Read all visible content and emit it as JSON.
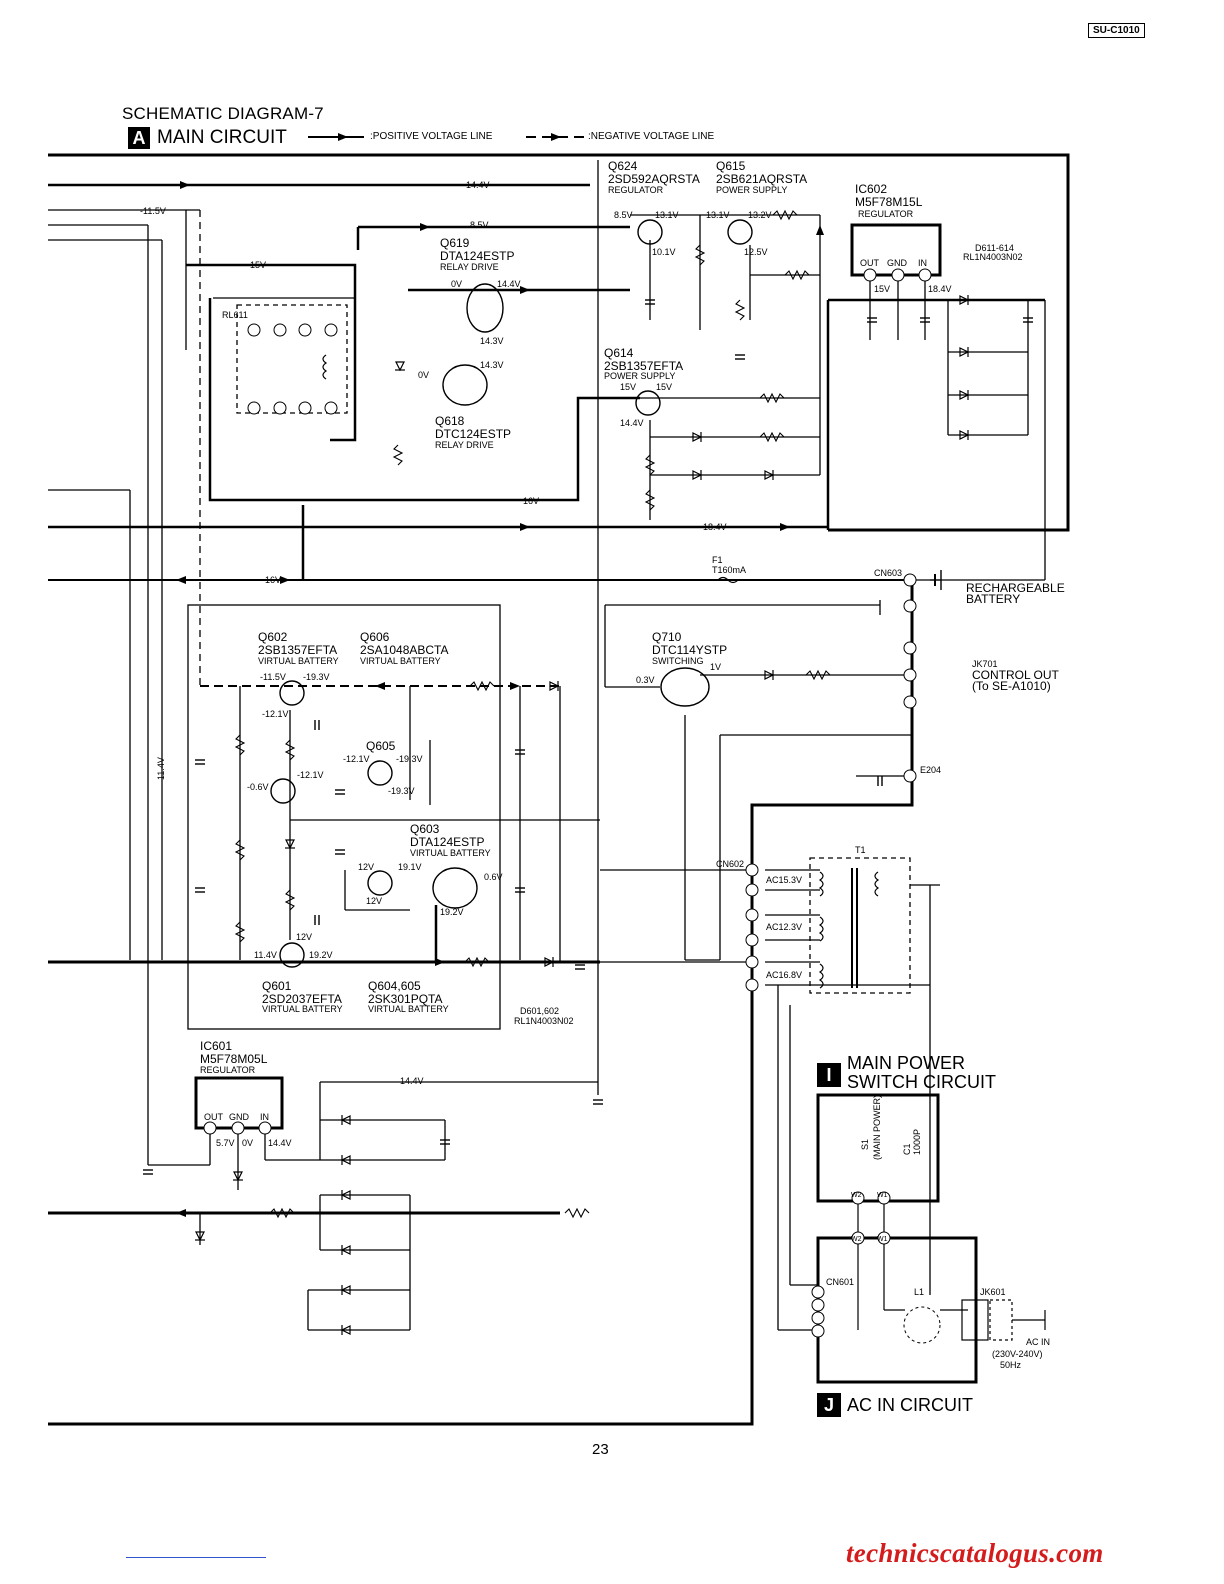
{
  "model": "SU-C1010",
  "title": "SCHEMATIC DIAGRAM-7",
  "main_circuit": {
    "letter": "A",
    "label": "MAIN CIRCUIT"
  },
  "legend": {
    "positive": ":POSITIVE VOLTAGE LINE",
    "negative": ":NEGATIVE VOLTAGE LINE"
  },
  "power_switch": {
    "letter": "I",
    "line1": "MAIN POWER",
    "line2": "SWITCH CIRCUIT"
  },
  "ac_in": {
    "letter": "J",
    "label": "AC IN CIRCUIT"
  },
  "page_number": "23",
  "watermark": "technicscatalogus.com",
  "parts": {
    "q624": {
      "ref": "Q624",
      "part": "2SD592AQRSTA",
      "role": "REGULATOR"
    },
    "q615": {
      "ref": "Q615",
      "part": "2SB621AQRSTA",
      "role": "POWER SUPPLY"
    },
    "ic602": {
      "ref": "IC602",
      "part": "M5F78M15L",
      "role": "REGULATOR"
    },
    "q619": {
      "ref": "Q619",
      "part": "DTA124ESTP",
      "role": "RELAY DRIVE"
    },
    "q614": {
      "ref": "Q614",
      "part": "2SB1357EFTA",
      "role": "POWER SUPPLY"
    },
    "q618": {
      "ref": "Q618",
      "part": "DTC124ESTP",
      "role": "RELAY DRIVE"
    },
    "q602": {
      "ref": "Q602",
      "part": "2SB1357EFTA",
      "role": "VIRTUAL BATTERY"
    },
    "q606": {
      "ref": "Q606",
      "part": "2SA1048ABCTA",
      "role": "VIRTUAL BATTERY"
    },
    "q710": {
      "ref": "Q710",
      "part": "DTC114YSTP",
      "role": "SWITCHING"
    },
    "q603": {
      "ref": "Q603",
      "part": "DTA124ESTP",
      "role": "VIRTUAL BATTERY"
    },
    "q601": {
      "ref": "Q601",
      "part": "2SD2037EFTA",
      "role": "VIRTUAL BATTERY"
    },
    "q604": {
      "ref": "Q604,605",
      "part": "2SK301PQTA",
      "role": "VIRTUAL BATTERY"
    },
    "ic601": {
      "ref": "IC601",
      "part": "M5F78M05L",
      "role": "REGULATOR"
    }
  },
  "labels": {
    "d611_614": "D611-614",
    "rl1n": "RL1N4003N02",
    "out": "OUT",
    "gnd": "GND",
    "in": "IN",
    "cn603": "CN603",
    "rech1": "RECHARGEABLE",
    "rech2": "BATTERY",
    "jk701": "JK701",
    "ctl1": "CONTROL OUT",
    "ctl2": "(To SE-A1010)",
    "cn602": "CN602",
    "t1": "T1",
    "ac153": "AC15.3V",
    "ac123": "AC12.3V",
    "ac168": "AC16.8V",
    "rl611": "RL611",
    "d601_602": "D601,602",
    "e204": "E204",
    "cn601": "CN601",
    "l1": "L1",
    "jk601": "JK601",
    "acin": "AC IN",
    "acv": "(230V-240V)",
    "hz": "50Hz",
    "s1": "S1",
    "mainpower": "(MAIN POWER)",
    "c1": "C1",
    "c1v": "1000P",
    "f1": "F1",
    "f1v": "T160mA",
    "q605": "Q605",
    "w1": "W1",
    "w2": "W2"
  },
  "voltages": {
    "v144": "14.4V",
    "v115": "-11.5V",
    "v85": "8.5V",
    "v15": "15V",
    "v16": "16V",
    "v184": "18.4V",
    "v0": "0V",
    "v143": "14.3V",
    "v131": "13.1V",
    "v132": "13.2V",
    "v101": "10.1V",
    "v125": "12.5V",
    "v114": "11.4V",
    "v57": "5.7V",
    "v193": "-19.3V",
    "v121": "-12.1V",
    "v06": "-0.6V",
    "v12": "12V",
    "v191": "19.1V",
    "v192": "19.2V",
    "v03": "0.3V",
    "v1": "1V",
    "v06p": "0.6V"
  }
}
